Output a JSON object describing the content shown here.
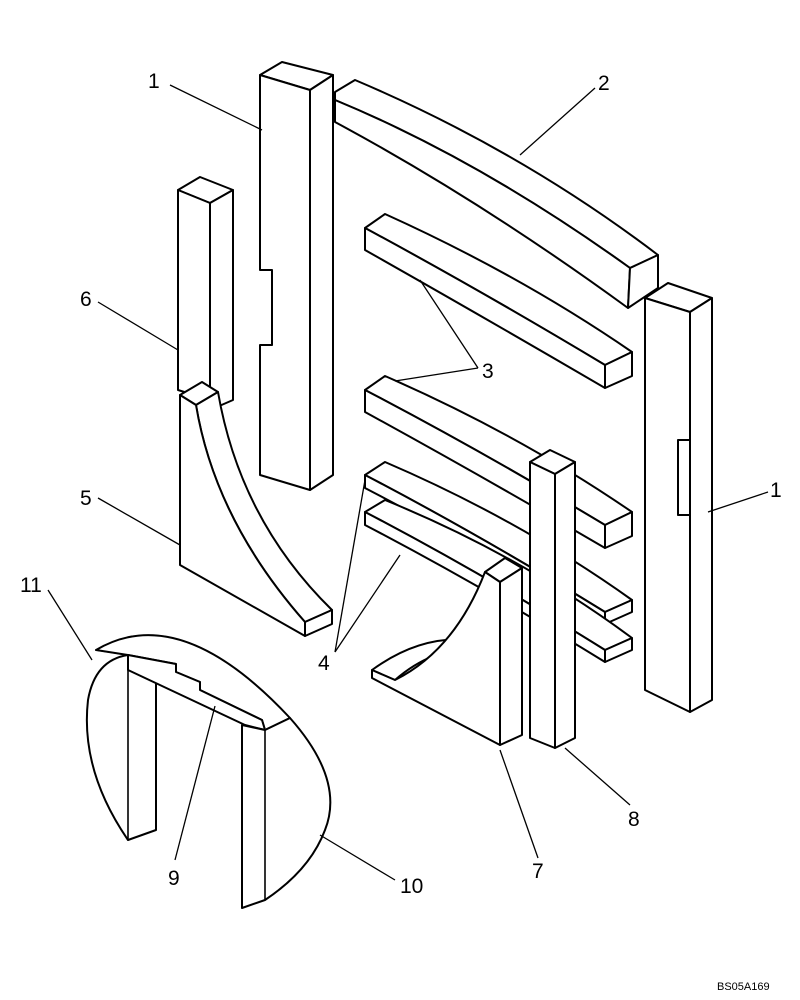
{
  "callouts": {
    "c1_top": "1",
    "c2": "2",
    "c3": "3",
    "c6": "6",
    "c5": "5",
    "c4": "4",
    "c1_right": "1",
    "c11": "11",
    "c9": "9",
    "c10": "10",
    "c7": "7",
    "c8": "8"
  },
  "drawing_ref": "BS05A169"
}
